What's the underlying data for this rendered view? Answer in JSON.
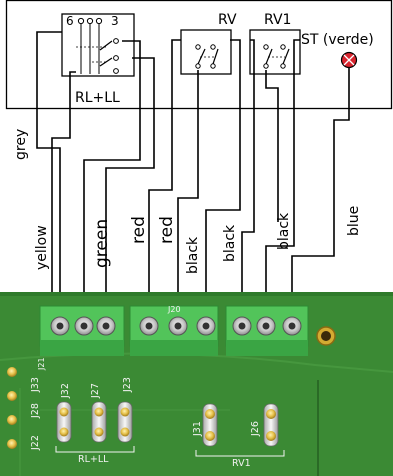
{
  "diagram": {
    "relays": [
      {
        "id": "rl_ll",
        "label": "RL+LL",
        "pin_left": "6",
        "pin_right": "3"
      },
      {
        "id": "rv",
        "label": "RV"
      },
      {
        "id": "rv1",
        "label": "RV1"
      }
    ],
    "lamp_label": "ST (verde)",
    "wire_labels": [
      {
        "id": "grey",
        "text": "grey"
      },
      {
        "id": "yellow",
        "text": "yellow"
      },
      {
        "id": "green",
        "text": "green"
      },
      {
        "id": "red1",
        "text": "red"
      },
      {
        "id": "red2",
        "text": "red"
      },
      {
        "id": "black1",
        "text": "black"
      },
      {
        "id": "black2",
        "text": "black"
      },
      {
        "id": "black3",
        "text": "black"
      },
      {
        "id": "blue",
        "text": "blue"
      }
    ],
    "board_labels": {
      "j21": "J21",
      "j20": "J20",
      "j33": "J33",
      "j28": "J28",
      "j22": "J22",
      "j32": "J32",
      "j27": "J27",
      "j23": "J23",
      "j31": "J31",
      "j26": "J26",
      "rl_ll": "RL+LL",
      "rv1": "RV1"
    },
    "colors": {
      "pcb": "#3b8a34",
      "pcb_dark": "#2f7a2b",
      "terminal": "#52c45a",
      "terminal_dark": "#3aa544",
      "lamp": "#d8242e",
      "gold": "#d8b23a"
    }
  }
}
